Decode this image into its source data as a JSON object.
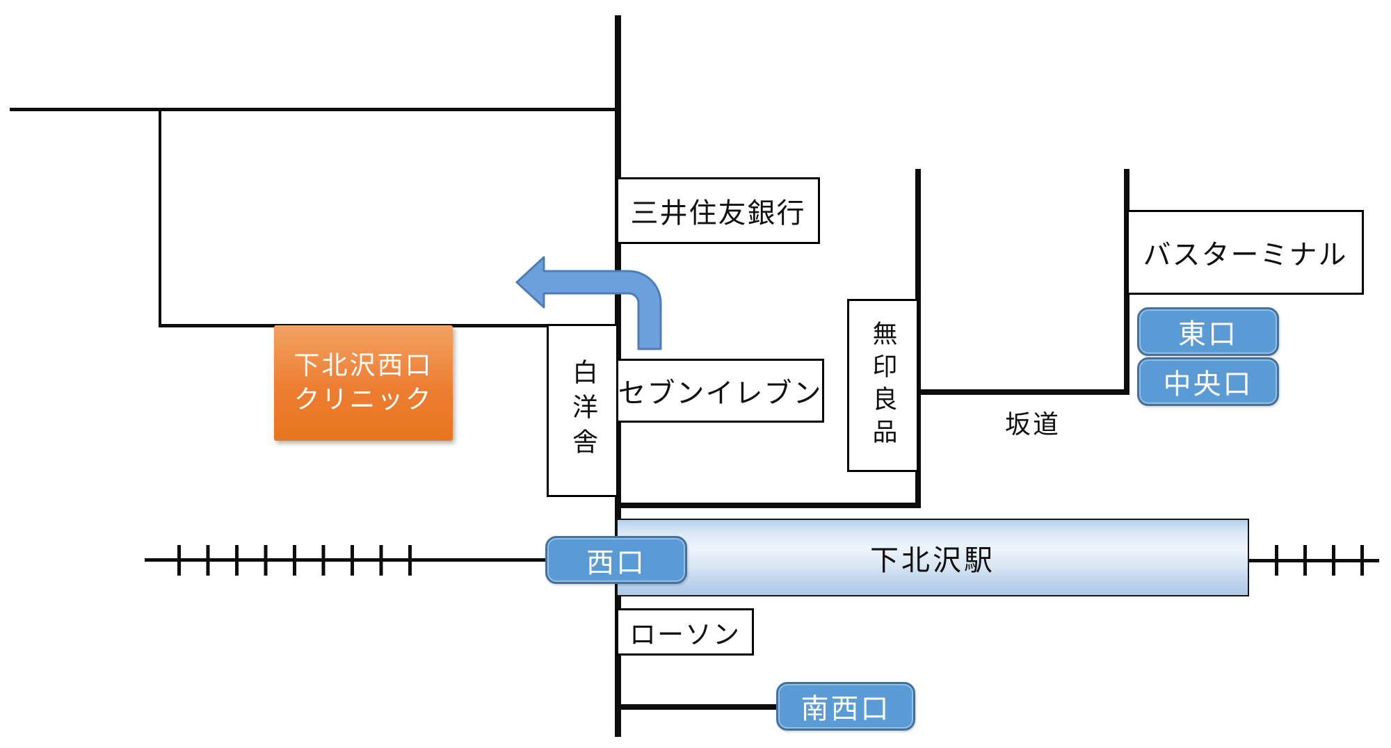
{
  "diagram": {
    "clinic": {
      "line1": "下北沢西口",
      "line2": "クリニック"
    },
    "buildings": {
      "bank": "三井住友銀行",
      "seven_eleven": "セブンイレブン",
      "hakuyosha": "白洋舎",
      "muji": "無印良品",
      "bus_terminal": "バスターミナル",
      "lawson": "ローソン"
    },
    "station": {
      "name": "下北沢駅"
    },
    "exits": {
      "west": "西口",
      "east": "東口",
      "central": "中央口",
      "southwest": "南西口"
    },
    "labels": {
      "slope": "坂道"
    },
    "colors": {
      "exit_fill": "#5B9BD5",
      "exit_border": "#41719C",
      "clinic_fill": "#ED7D31",
      "arrow_fill": "#6CA0DC",
      "arrow_border": "#4E7DB5",
      "road": "#0D0D0D",
      "station_tint": "#BDD7EE"
    }
  }
}
